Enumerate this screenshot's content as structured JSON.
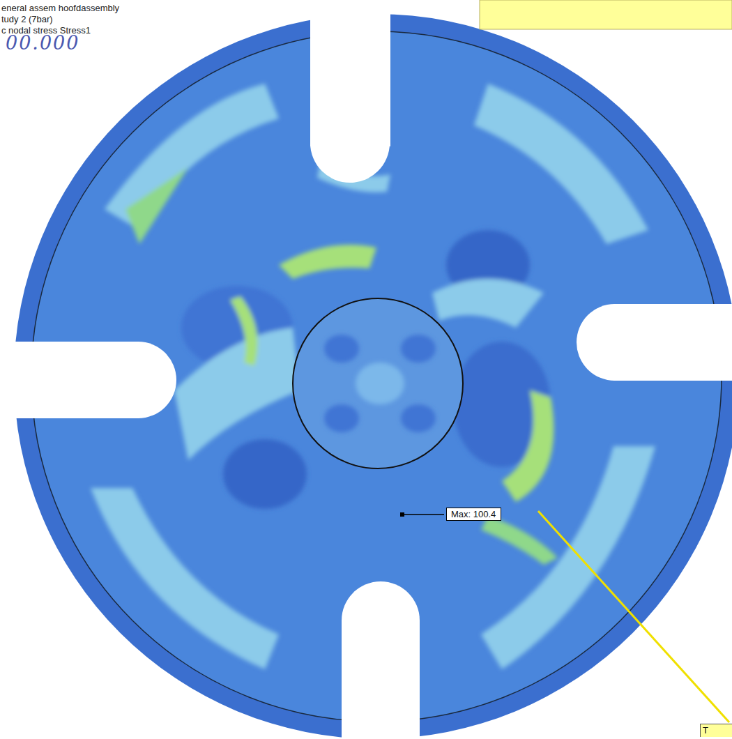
{
  "diagram": {
    "nodes": [
      {
        "text": [
          "Max: 100.4"
        ]
      },
      {
        "text": [
          "T"
        ]
      }
    ],
    "labels": [
      "eneral assem hoofdassembly",
      "tudy 2 (7bar)",
      "c nodal stress Stress1",
      "00.000"
    ]
  }
}
